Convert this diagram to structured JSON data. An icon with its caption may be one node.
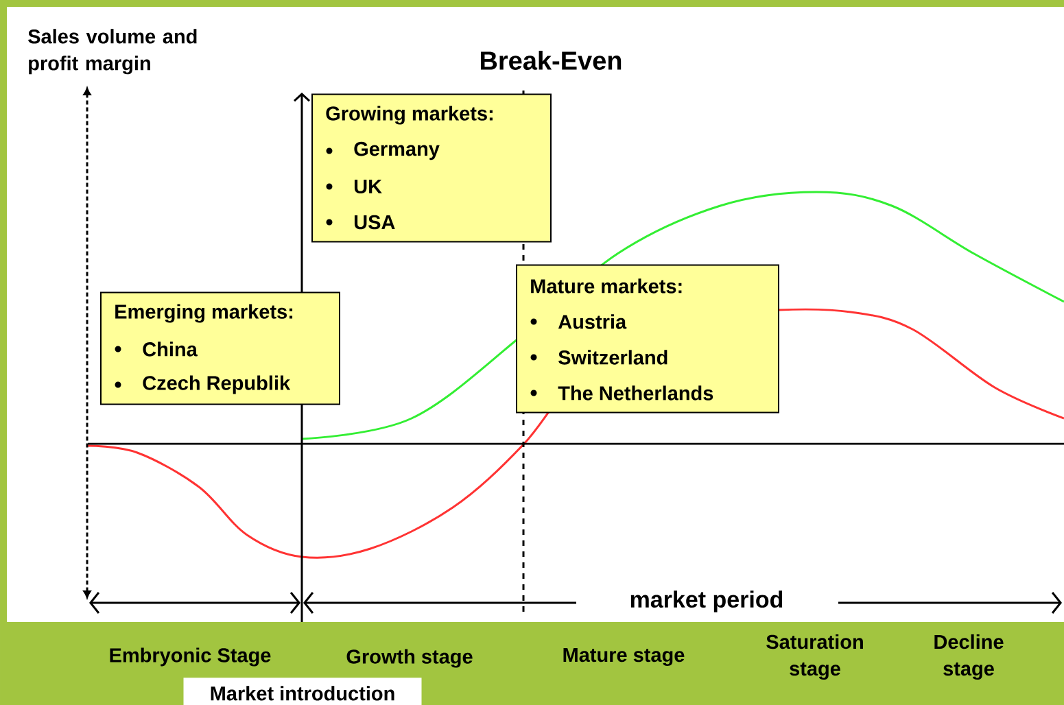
{
  "diagram": {
    "nodes": [
      {
        "text": [
          "Growing markets:",
          "Germany",
          "UK",
          "USA"
        ]
      },
      {
        "text": [
          "Emerging markets:",
          "China",
          "Czech Republik"
        ]
      },
      {
        "text": [
          "Mature markets:",
          "Austria",
          "Switzerland",
          "The Netherlands"
        ]
      },
      {
        "text": [
          "Market introduction"
        ]
      }
    ],
    "labels": [
      "Sales volume and profit margin",
      "Break-Even",
      "market period",
      "Embryonic Stage",
      "Growth stage",
      "Mature stage",
      "Saturation stage",
      "Decline stage"
    ]
  }
}
